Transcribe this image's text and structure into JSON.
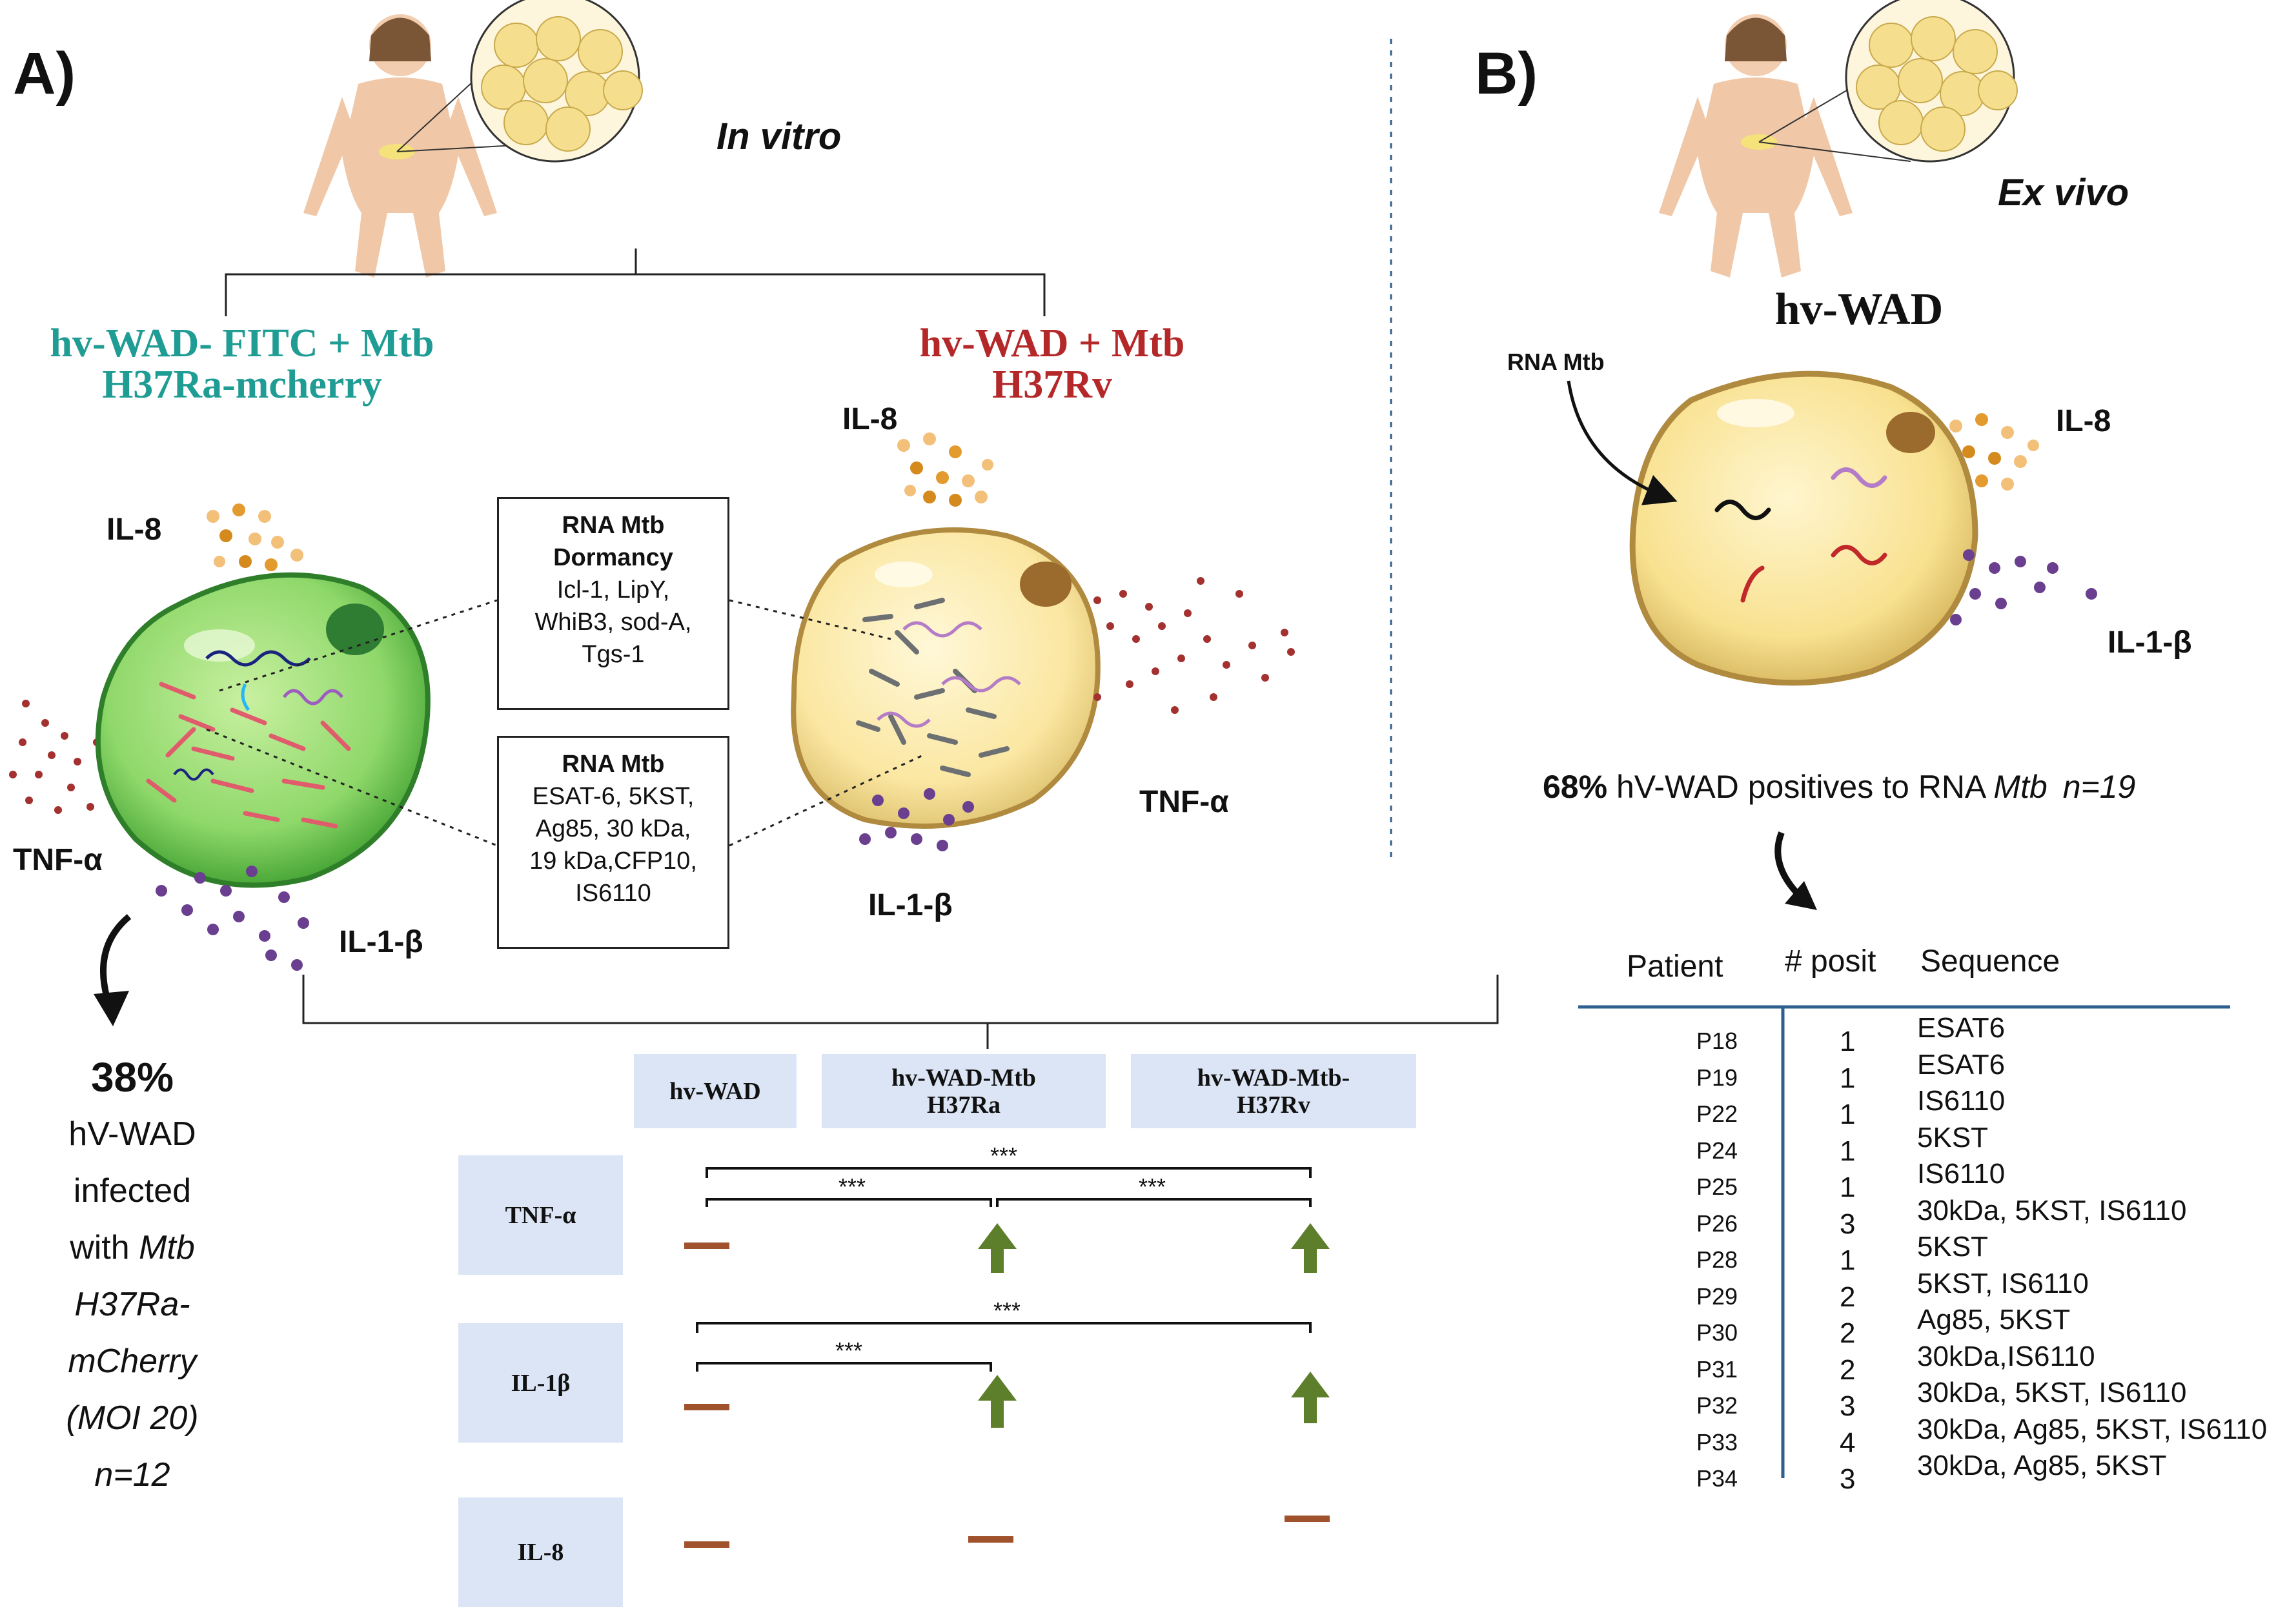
{
  "panel_a": {
    "label": "A)",
    "condition": "In vitro",
    "left_group": {
      "line1": "hv-WAD- FITC + Mtb",
      "line2": "H37Ra-mcherry"
    },
    "right_group": {
      "line1": "hv-WAD + Mtb",
      "line2": "H37Rv"
    },
    "cytokines": {
      "il8": "IL-8",
      "tnfa": "TNF-α",
      "il1b": "IL-1-β"
    },
    "box_dormancy": {
      "title1": "RNA Mtb",
      "title2": "Dormancy",
      "lines": [
        "Icl-1, LipY,",
        "WhiB3, sod-A,",
        "Tgs-1"
      ]
    },
    "box_rna": {
      "title1": "RNA Mtb",
      "lines": [
        "ESAT-6, 5KST,",
        "Ag85, 30 kDa,",
        "19 kDa,CFP10,",
        "IS6110"
      ]
    },
    "infection": {
      "percent": "38%",
      "lines": [
        "hV-WAD",
        "infected",
        "with "
      ],
      "species": "Mtb",
      "italic_lines": [
        "H37Ra-",
        "mCherry",
        "(MOI 20)",
        "n=12"
      ]
    },
    "comparison": {
      "columns": [
        "hv-WAD",
        "hv-WAD-Mtb\nH37Ra",
        "hv-WAD-Mtb-\nH37Rv"
      ],
      "rows": [
        "TNF-α",
        "IL-1β",
        "IL-8"
      ],
      "significance": "***",
      "results": {
        "TNF-α": [
          "baseline",
          "up",
          "up"
        ],
        "IL-1β": [
          "baseline",
          "up",
          "up"
        ],
        "IL-8": [
          "baseline",
          "baseline",
          "baseline"
        ]
      }
    }
  },
  "panel_b": {
    "label": "B)",
    "condition": "Ex vivo",
    "cell_title": "hv-WAD",
    "rna_label": "RNA Mtb",
    "cytokines": {
      "il8": "IL-8",
      "il1b": "IL-1-β"
    },
    "summary": {
      "percent": "68%",
      "text": " hV-WAD positives to RNA ",
      "species": "Mtb",
      "n": "n=19"
    },
    "table": {
      "headers": [
        "Patient",
        "# posit",
        "Sequence"
      ],
      "rows": [
        [
          "P18",
          "1",
          "ESAT6"
        ],
        [
          "P19",
          "1",
          "ESAT6"
        ],
        [
          "P22",
          "1",
          "IS6110"
        ],
        [
          "P24",
          "1",
          "5KST"
        ],
        [
          "P25",
          "1",
          "IS6110"
        ],
        [
          "P26",
          "3",
          "30kDa, 5KST, IS6110"
        ],
        [
          "P28",
          "1",
          "5KST"
        ],
        [
          "P29",
          "2",
          "5KST, IS6110"
        ],
        [
          "P30",
          "2",
          "Ag85, 5KST"
        ],
        [
          "P31",
          "2",
          "30kDa,IS6110"
        ],
        [
          "P32",
          "3",
          "30kDa, 5KST, IS6110"
        ],
        [
          "P33",
          "4",
          "30kDa, Ag85, 5KST, IS6110"
        ],
        [
          "P34",
          "3",
          "30kDa, Ag85, 5KST"
        ]
      ]
    }
  },
  "colors": {
    "teal": "#1f9c93",
    "red_title": "#b5282a",
    "green_cell": "#8cd46a",
    "yellow_cell": "#fbe9a8",
    "arrow_green": "#5d7f2b",
    "baseline_brown": "#a0522d",
    "table_rule": "#2f5f8f",
    "label_bg": "#dce5f5"
  }
}
